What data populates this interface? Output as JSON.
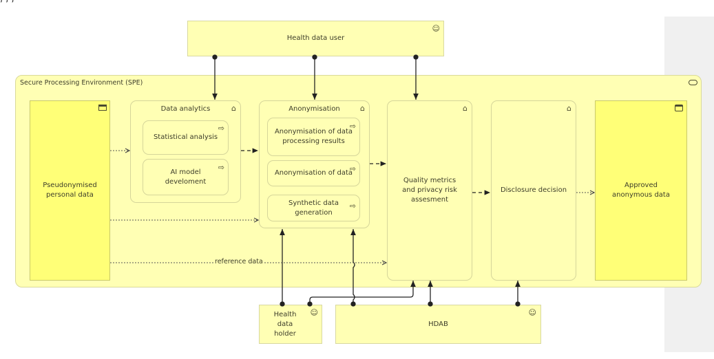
{
  "top_text_fragment": "     ,                    ,                  ,",
  "diagram": {
    "actors": {
      "health_data_user": "Health data user",
      "health_data_holder": "Health data holder",
      "hdab": "HDAB"
    },
    "environment": {
      "label": "Secure Processing Environment (SPE)"
    },
    "data_objects": {
      "pseudonymised": "Pseudonymised personal data",
      "approved": "Approved anonymous data"
    },
    "functions": {
      "data_analytics": {
        "title": "Data analytics",
        "processes": [
          "Statistical analysis",
          "AI model develoment"
        ]
      },
      "anonymisation": {
        "title": "Anonymisation",
        "processes": [
          "Anonymisation of data processing results",
          "Anonymisation of data",
          "Synthetic data generation"
        ]
      },
      "quality": {
        "title": "Quality metrics and privacy risk assesment"
      },
      "disclosure": {
        "title": "Disclosure decision"
      }
    },
    "edge_labels": {
      "reference_data": "reference data"
    },
    "icons": {
      "actor": "stick-figure-icon",
      "function": "chevron-up-icon",
      "process": "arrow-right-icon",
      "data_object": "data-object-icon",
      "environment": "rounded-rect-icon"
    },
    "colors": {
      "element_fill": "#ffffb4",
      "data_object_fill": "#ffff77",
      "border": "#d5d59a",
      "line": "#222222"
    }
  }
}
